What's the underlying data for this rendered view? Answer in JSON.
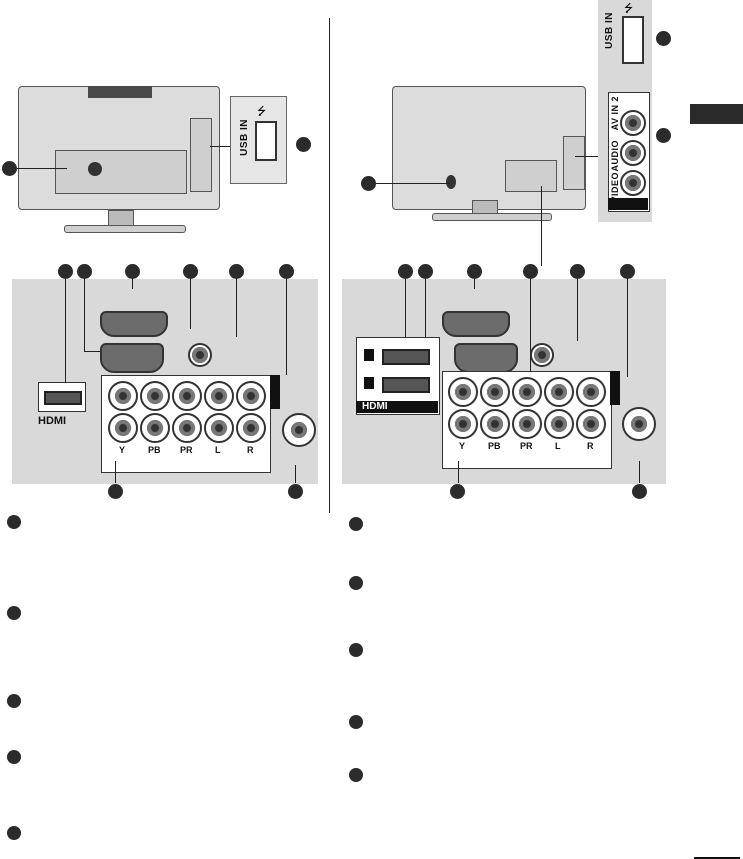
{
  "left_diagram": {
    "usb_label": "USB IN",
    "hdmi_label": "HDMI",
    "component_labels": [
      "Y",
      "PB",
      "PR",
      "L",
      "R"
    ]
  },
  "right_diagram": {
    "usb_label": "USB IN",
    "av_label": "AV IN 2",
    "audio_label": "AUDIO",
    "video_label": "VIDEO",
    "hdmi_label": "HDMI",
    "component_labels": [
      "Y",
      "PB",
      "PR",
      "L",
      "R"
    ]
  },
  "icons": {
    "usb": "usb-trident-icon",
    "callout": "filled-circle-callout",
    "bullet": "filled-circle-bullet"
  },
  "colors": {
    "panel_gray": "#d9d9d9",
    "dark": "#2b2b2b"
  }
}
